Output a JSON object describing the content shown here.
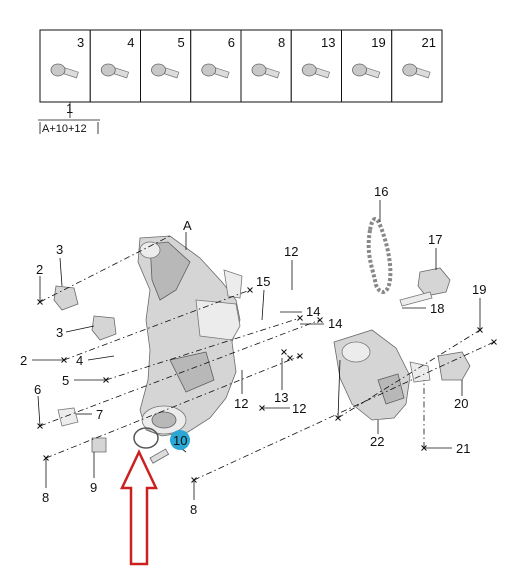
{
  "colors": {
    "highlight": "#29a8d6",
    "arrow": "#cc2020",
    "ink": "#111111"
  },
  "parts_table": {
    "columns": [
      "3",
      "4",
      "5",
      "6",
      "8",
      "13",
      "19",
      "21"
    ],
    "item_number": "1",
    "item_formula": "A+10+12"
  },
  "callouts": {
    "c_A": "A",
    "c2a": "2",
    "c3a": "3",
    "c3b": "3",
    "c2b": "2",
    "c4": "4",
    "c5": "5",
    "c6": "6",
    "c7": "7",
    "c8a": "8",
    "c9": "9",
    "c10": "10",
    "c8b": "8",
    "c12a": "12",
    "c15": "15",
    "c14a": "14",
    "c14b": "14",
    "c12b": "12",
    "c13": "13",
    "c12c": "12",
    "c16": "16",
    "c17": "17",
    "c18": "18",
    "c19": "19",
    "c20": "20",
    "c22": "22",
    "c21": "21"
  },
  "icons": [
    "bolt-icon",
    "red-outline-arrow-icon",
    "highlight-circle-icon"
  ]
}
